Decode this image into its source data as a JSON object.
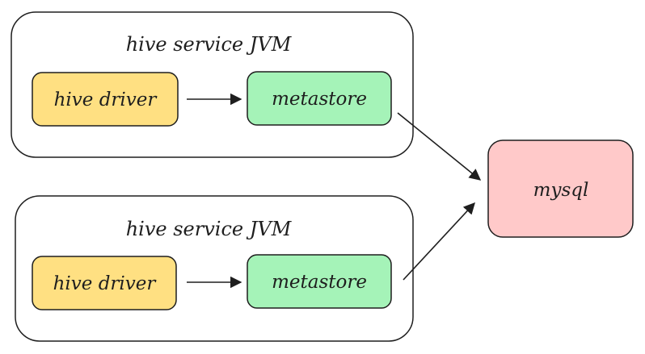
{
  "diagram": {
    "jvm_groups": [
      {
        "title": "hive service JVM",
        "driver": {
          "label": "hive driver",
          "fill": "#ffe082"
        },
        "metastore": {
          "label": "metastore",
          "fill": "#a5f3b8"
        }
      },
      {
        "title": "hive service JVM",
        "driver": {
          "label": "hive driver",
          "fill": "#ffe082"
        },
        "metastore": {
          "label": "metastore",
          "fill": "#a5f3b8"
        }
      }
    ],
    "database": {
      "label": "mysql",
      "fill": "#ffc9c9"
    },
    "stroke_color": "#1e1e1e",
    "edges": [
      {
        "from": "hive driver",
        "to": "metastore"
      },
      {
        "from": "metastore",
        "to": "mysql"
      },
      {
        "from": "hive driver",
        "to": "metastore"
      },
      {
        "from": "metastore",
        "to": "mysql"
      }
    ]
  }
}
